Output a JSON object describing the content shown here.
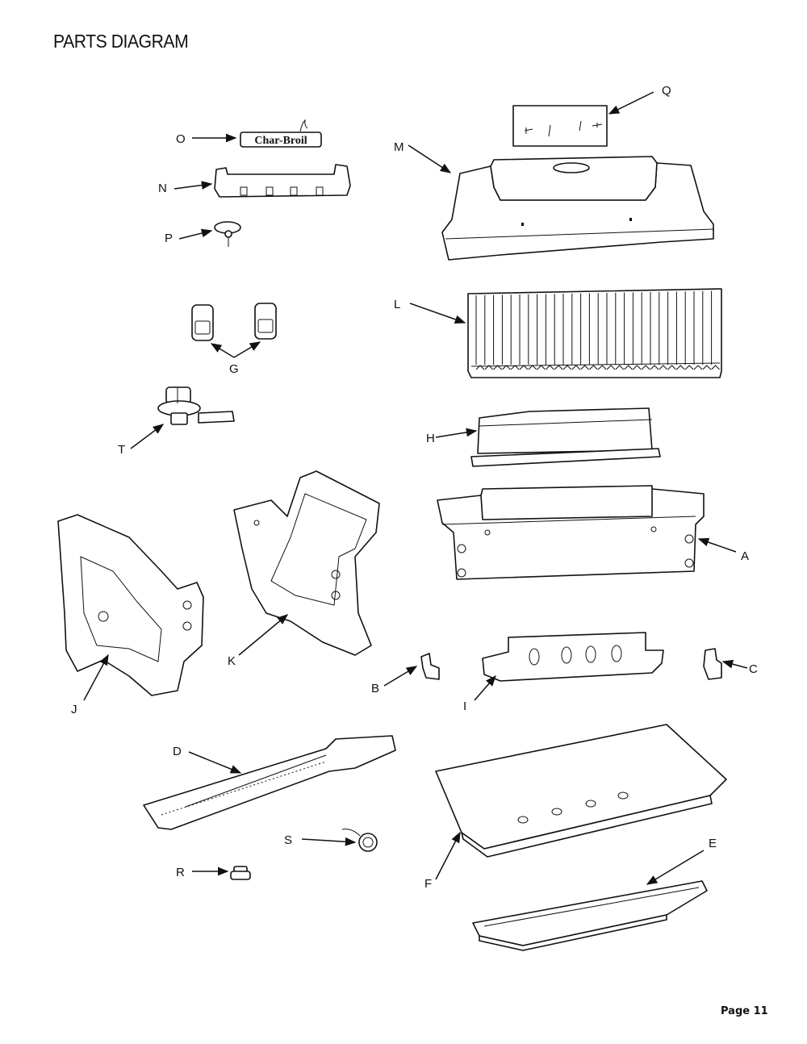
{
  "page": {
    "title": "PARTS DIAGRAM",
    "page_number": "Page 11"
  },
  "logo_text": "Char-Broil",
  "labels": {
    "A": "A",
    "B": "B",
    "C": "C",
    "D": "D",
    "E": "E",
    "F": "F",
    "G": "G",
    "H": "H",
    "I": "I",
    "J": "J",
    "K": "K",
    "L": "L",
    "M": "M",
    "N": "N",
    "O": "O",
    "P": "P",
    "Q": "Q",
    "R": "R",
    "S": "S",
    "T": "T"
  }
}
